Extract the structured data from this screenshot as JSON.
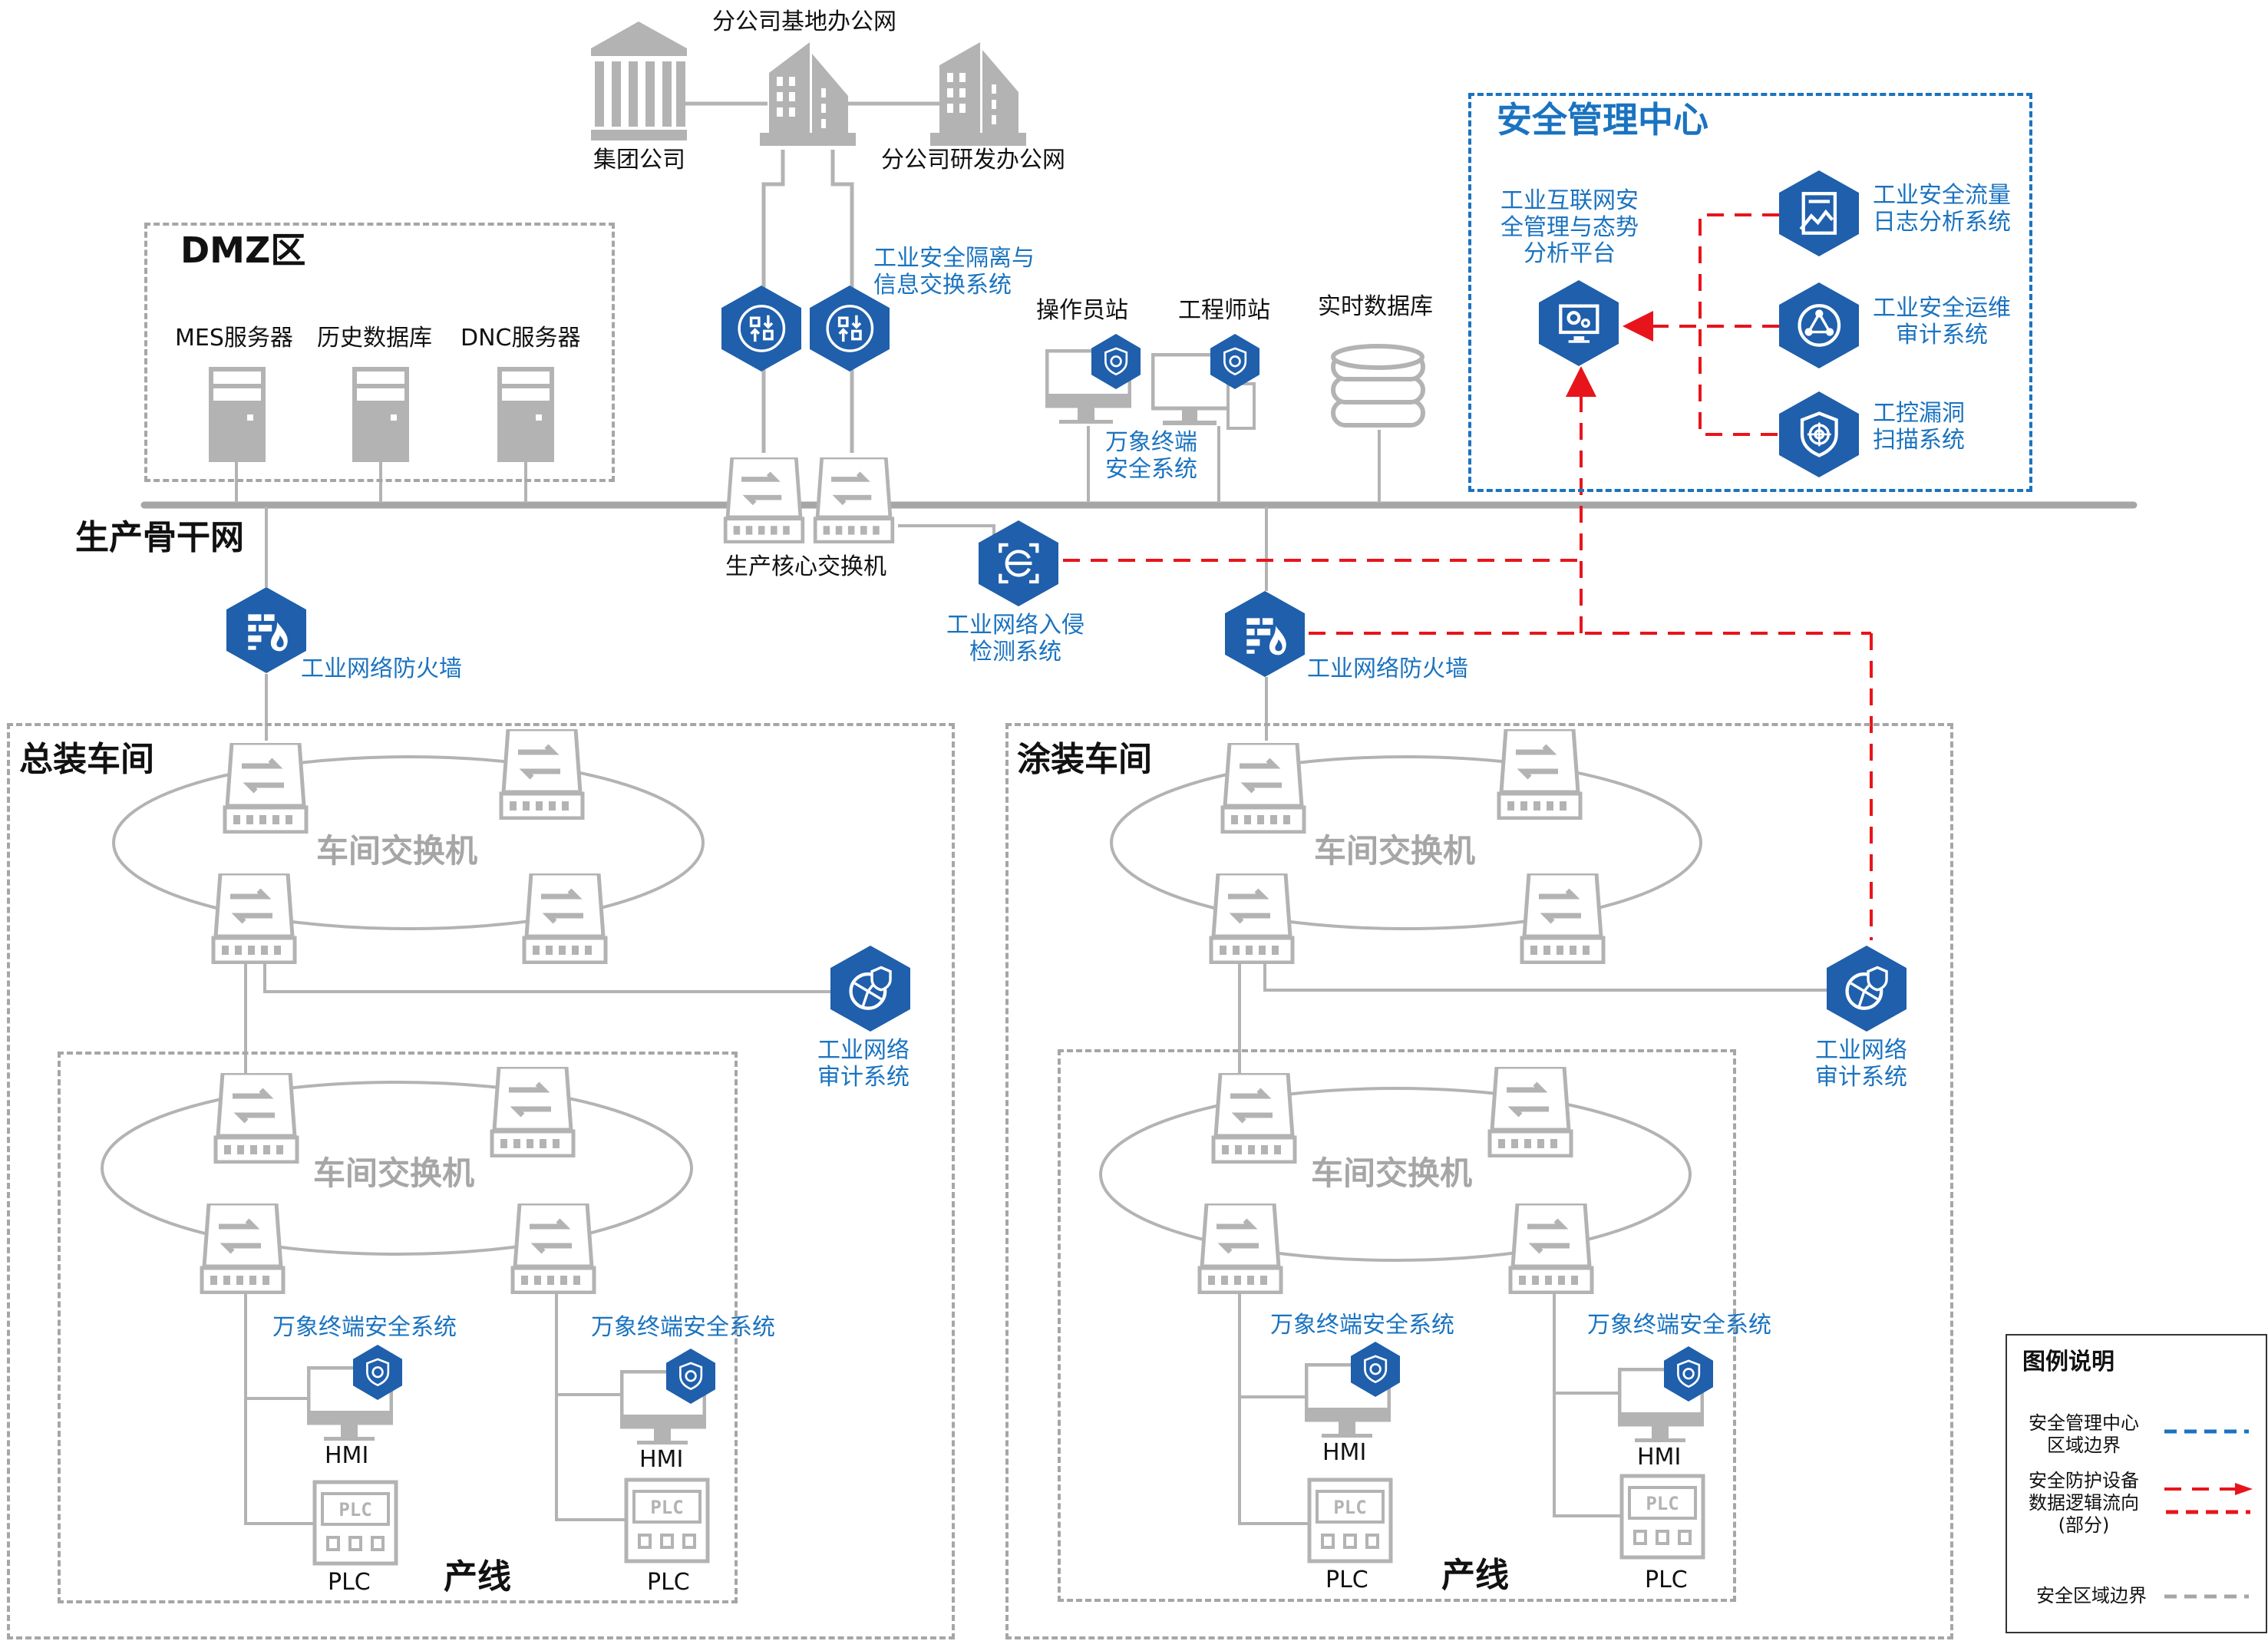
{
  "top": {
    "branch_base": "分公司基地办公网",
    "group_company": "集团公司",
    "branch_rnd": "分公司研发办公网"
  },
  "dmz": {
    "title": "DMZ区",
    "servers": [
      "MES服务器",
      "历史数据库",
      "DNC服务器"
    ]
  },
  "backbone": {
    "title": "生产骨干网",
    "core_switch": "生产核心交换机",
    "isolation_label": "工业安全隔离与\n信息交换系统",
    "operator_station": "操作员站",
    "engineer_station": "工程师站",
    "realtime_db": "实时数据库",
    "endpoint_label": "万象终端\n安全系统",
    "ids_label": "工业网络入侵\n检测系统",
    "firewall_left": "工业网络防火墙",
    "firewall_right": "工业网络防火墙"
  },
  "security_center": {
    "title": "安全管理中心",
    "platform": "工业互联网安\n全管理与态势\n分析平台",
    "systems": [
      {
        "label": "工业安全流量\n日志分析系统",
        "icon": "chart-report-icon"
      },
      {
        "label": "工业安全运维\n审计系统",
        "icon": "network-node-icon"
      },
      {
        "label": "工控漏洞\n扫描系统",
        "icon": "shield-target-icon"
      }
    ]
  },
  "workshops": [
    {
      "title": "总装车间",
      "switch_ring": "车间交换机",
      "audit": "工业网络\n审计系统",
      "line": {
        "title": "产线",
        "switch_ring": "车间交换机",
        "endpoint_labels": [
          "万象终端安全系统",
          "万象终端安全系统"
        ],
        "hmi": [
          "HMI",
          "HMI"
        ],
        "plc": [
          "PLC",
          "PLC"
        ],
        "plc_face": "PLC"
      }
    },
    {
      "title": "涂装车间",
      "switch_ring": "车间交换机",
      "audit": "工业网络\n审计系统",
      "line": {
        "title": "产线",
        "switch_ring": "车间交换机",
        "endpoint_labels": [
          "万象终端安全系统",
          "万象终端安全系统"
        ],
        "hmi": [
          "HMI",
          "HMI"
        ],
        "plc": [
          "PLC",
          "PLC"
        ],
        "plc_face": "PLC"
      }
    }
  ],
  "legend": {
    "title": "图例说明",
    "items": [
      {
        "label": "安全管理中心\n区域边界",
        "style": "blue-dashed",
        "color": "#1a73c0"
      },
      {
        "label": "安全防护设备\n数据逻辑流向\n(部分)",
        "style": "red-dashed-arrow",
        "color": "#e8141b"
      },
      {
        "label": "安全区域边界",
        "style": "gray-dashed",
        "color": "#a6a6a6"
      }
    ]
  },
  "colors": {
    "device_gray": "#b3b3b3",
    "security_blue": "#1f5fac",
    "label_blue": "#1a73c0",
    "flow_red": "#e8141b"
  }
}
